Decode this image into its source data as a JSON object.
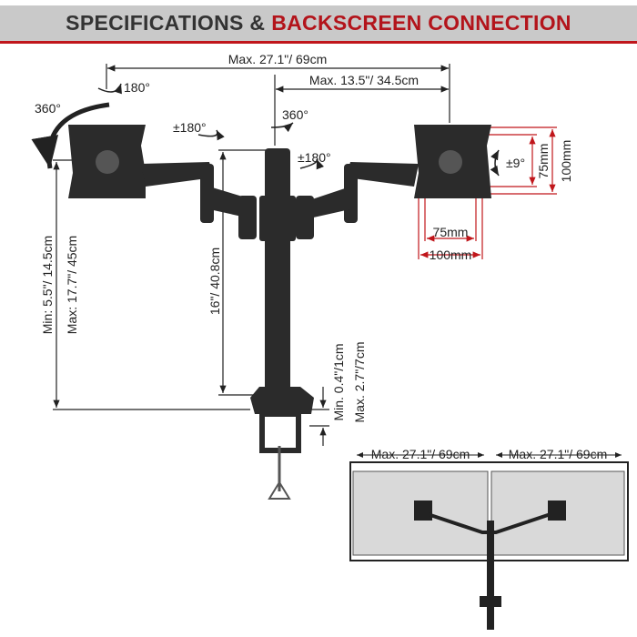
{
  "header": {
    "title_part1": "SPECIFICATIONS &",
    "title_part2": "BACKSCREEN CONNECTION",
    "accent_color": "#b3141b"
  },
  "dimensions": {
    "total_width": "Max. 27.1\"/ 69cm",
    "arm_reach": "Max. 13.5\"/ 34.5cm",
    "tilt_left": "180°",
    "rotation_left": "360°",
    "swivel_left": "±180°",
    "pole_rotation": "360°",
    "swivel_right": "±180°",
    "tilt_right": "±9°",
    "vesa_height_small": "75mm",
    "vesa_height_large": "100mm",
    "vesa_width_small": "75mm",
    "vesa_width_large": "100mm",
    "height_min": "Min: 5.5\"/ 14.5cm",
    "height_max": "Max: 17.7\"/ 45cm",
    "pole_height": "16\"/ 40.8cm",
    "clamp_min": "Min. 0.4\"/1cm",
    "clamp_max": "Max. 2.7\"/7cm"
  },
  "inset": {
    "left_screen_width": "Max. 27.1\"/ 69cm",
    "right_screen_width": "Max. 27.1\"/ 69cm"
  }
}
